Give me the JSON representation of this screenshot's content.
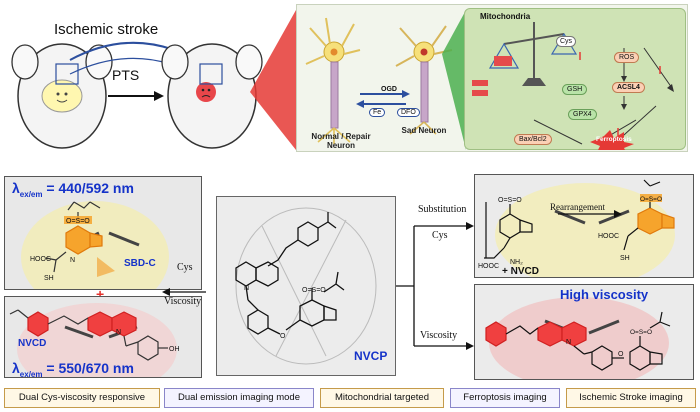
{
  "top_left": {
    "stroke_title": "Ischemic stroke",
    "pts_label": "PTS"
  },
  "mechanism": {
    "ogd_label": "OGD",
    "normal_neuron_label": "Normal / Repair\nNeuron",
    "sad_neuron_label": "Sad Neuron",
    "ion_left": "Fe",
    "ion_right": "DFO",
    "mito_title": "Mitochondria",
    "nodes": [
      "Cys",
      "ROS",
      "GSH",
      "GPX4",
      "ACSL4",
      "Bax/Bcl2",
      "Ferroptosis"
    ]
  },
  "probes": {
    "sbdc_lambda_sym": "λ",
    "sbdc_lambda_sub": "ex/em",
    "sbdc_lambda_val": " = 440/592 nm",
    "sbdc_name": "SBD-C",
    "plus": "+",
    "nvcd_name": "NVCD",
    "nvcd_lambda_sym": "λ",
    "nvcd_lambda_sub": "ex/em",
    "nvcd_lambda_val": " = 550/670 nm"
  },
  "center": {
    "probe_name": "NVCP",
    "cys_arrow": "Cys",
    "viscosity_arrow": "Viscosity"
  },
  "right": {
    "substitution_cys_1": "Substitution",
    "substitution_cys_2": "Cys",
    "rearrangement": "Rearrangement",
    "nvcd_plus": "+ NVCD",
    "viscosity_arrow": "Viscosity",
    "high_viscosity": "High viscosity"
  },
  "tags": [
    "Dual Cys-viscosity responsive",
    "Dual emission imaging mode",
    "Mitochondrial targeted",
    "Ferroptosis imaging",
    "Ischemic Stroke imaging"
  ],
  "colors": {
    "orange": "#f08a1a",
    "red": "#e5322d",
    "blue_text": "#1533c9",
    "mito_green": "#cfe3b5"
  }
}
